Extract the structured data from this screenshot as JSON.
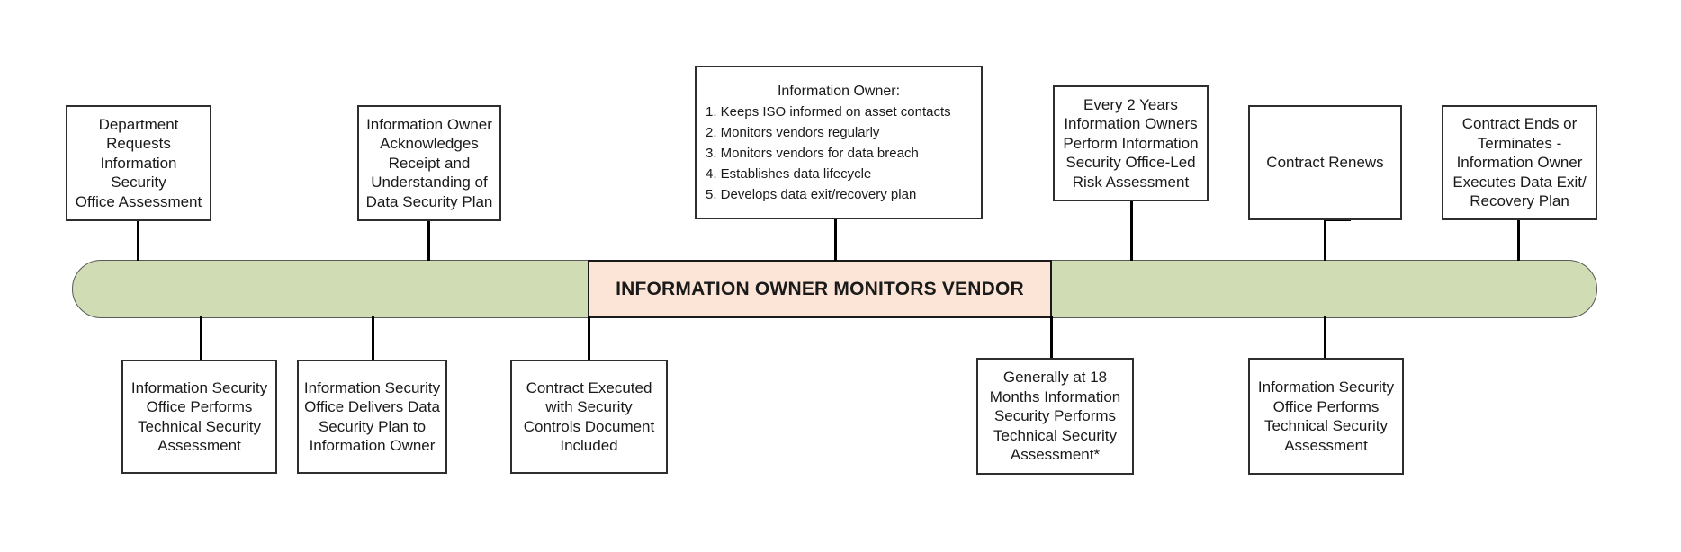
{
  "diagram": {
    "timeline_label": "INFORMATION OWNER MONITORS VENDOR",
    "colors": {
      "bar_green": "#cfdcb4",
      "bar_border": "#595959",
      "monitor_segment_fill": "#fce4d6",
      "monitor_segment_border": "#1a1a1a",
      "box_border": "#2e2e2e",
      "connector": "#000000",
      "text": "#1a1a1a",
      "background": "#ffffff"
    },
    "top_boxes": [
      {
        "name": "department-requests",
        "text": "Department\nRequests\nInformation Security\nOffice Assessment"
      },
      {
        "name": "owner-acknowledges",
        "text": "Information Owner\nAcknowledges\nReceipt and\nUnderstanding of\nData Security Plan"
      },
      {
        "name": "owner-duties",
        "title": "Information Owner:",
        "items": [
          "1. Keeps ISO informed on asset contacts",
          "2. Monitors vendors regularly",
          "3. Monitors vendors for data breach",
          "4. Establishes data lifecycle",
          "5. Develops data exit/recovery plan"
        ]
      },
      {
        "name": "every-2-years-risk-assessment",
        "text": "Every 2 Years\nInformation Owners\nPerform Information\nSecurity Office-Led\nRisk Assessment"
      },
      {
        "name": "contract-renews",
        "text": "Contract Renews"
      },
      {
        "name": "contract-ends",
        "text": "Contract Ends or\nTerminates -\nInformation Owner\nExecutes Data Exit/\nRecovery Plan"
      }
    ],
    "bottom_boxes": [
      {
        "name": "iso-technical-assessment-first",
        "text": "Information Security\nOffice Performs\nTechnical Security\nAssessment"
      },
      {
        "name": "iso-delivers-plan",
        "text": "Information Security\nOffice Delivers Data\nSecurity Plan to\nInformation Owner"
      },
      {
        "name": "contract-executed",
        "text": "Contract Executed\nwith Security\nControls Document\nIncluded"
      },
      {
        "name": "18-month-technical-assessment",
        "text": "Generally at 18\nMonths Information\nSecurity Performs\nTechnical Security\nAssessment*"
      },
      {
        "name": "iso-technical-assessment-renewal",
        "text": "Information Security\nOffice Performs\nTechnical Security\nAssessment"
      }
    ]
  }
}
